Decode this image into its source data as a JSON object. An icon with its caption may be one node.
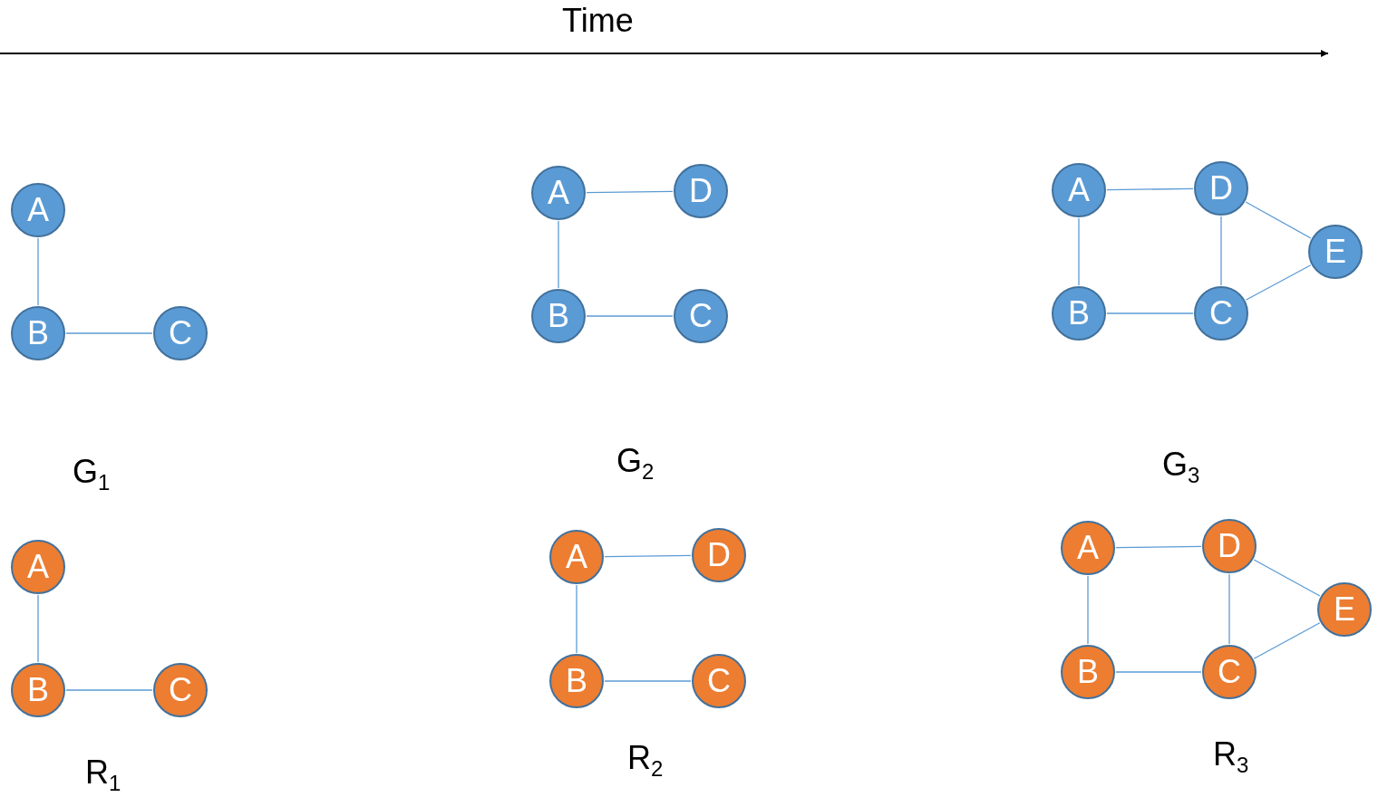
{
  "diagram": {
    "nodes": [
      {
        "text": [
          "A"
        ]
      },
      {
        "text": [
          "B"
        ]
      },
      {
        "text": [
          "C"
        ]
      },
      {
        "text": [
          "A"
        ]
      },
      {
        "text": [
          "D"
        ]
      },
      {
        "text": [
          "B"
        ]
      },
      {
        "text": [
          "C"
        ]
      },
      {
        "text": [
          "A"
        ]
      },
      {
        "text": [
          "D"
        ]
      },
      {
        "text": [
          "E"
        ]
      },
      {
        "text": [
          "B"
        ]
      },
      {
        "text": [
          "C"
        ]
      },
      {
        "text": [
          "A"
        ]
      },
      {
        "text": [
          "B"
        ]
      },
      {
        "text": [
          "C"
        ]
      },
      {
        "text": [
          "A"
        ]
      },
      {
        "text": [
          "D"
        ]
      },
      {
        "text": [
          "B"
        ]
      },
      {
        "text": [
          "C"
        ]
      },
      {
        "text": [
          "A"
        ]
      },
      {
        "text": [
          "D"
        ]
      },
      {
        "text": [
          "E"
        ]
      },
      {
        "text": [
          "B"
        ]
      },
      {
        "text": [
          "C"
        ]
      }
    ],
    "edges": [
      {
        "from": 0,
        "to": 1,
        "arrow": "none"
      },
      {
        "from": 1,
        "to": 2,
        "arrow": "none"
      },
      {
        "from": 3,
        "to": 4,
        "arrow": "none"
      },
      {
        "from": 3,
        "to": 5,
        "arrow": "none"
      },
      {
        "from": 5,
        "to": 6,
        "arrow": "none"
      },
      {
        "from": 7,
        "to": 8,
        "arrow": "none"
      },
      {
        "from": 7,
        "to": 10,
        "arrow": "none"
      },
      {
        "from": 10,
        "to": 11,
        "arrow": "none"
      },
      {
        "from": 8,
        "to": 11,
        "arrow": "none"
      },
      {
        "from": 8,
        "to": 9,
        "arrow": "none"
      },
      {
        "from": 11,
        "to": 9,
        "arrow": "none"
      },
      {
        "from": 12,
        "to": 13,
        "arrow": "none"
      },
      {
        "from": 13,
        "to": 14,
        "arrow": "none"
      },
      {
        "from": 15,
        "to": 16,
        "arrow": "none"
      },
      {
        "from": 15,
        "to": 17,
        "arrow": "none"
      },
      {
        "from": 17,
        "to": 18,
        "arrow": "none"
      },
      {
        "from": 19,
        "to": 20,
        "arrow": "none"
      },
      {
        "from": 19,
        "to": 22,
        "arrow": "none"
      },
      {
        "from": 22,
        "to": 23,
        "arrow": "none"
      },
      {
        "from": 20,
        "to": 23,
        "arrow": "none"
      },
      {
        "from": 20,
        "to": 21,
        "arrow": "none"
      },
      {
        "from": 23,
        "to": 21,
        "arrow": "none"
      }
    ],
    "labels": [
      "Time",
      "G$_{1}$",
      "G$_{2}$",
      "G$_{3}$",
      "R$_{1}$",
      "R$_{2}$",
      "R$_{3}$"
    ]
  }
}
